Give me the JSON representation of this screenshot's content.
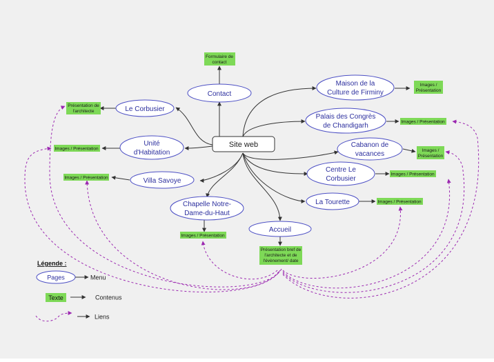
{
  "center": {
    "label": "Site web"
  },
  "pages": {
    "contact": "Contact",
    "le_corbusier": "Le Corbusier",
    "unite_1": "Unité",
    "unite_2": "d'Habitation",
    "villa_savoye": "Villa Savoye",
    "chapelle_1": "Chapelle Notre-",
    "chapelle_2": "Dame-du-Haut",
    "accueil": "Accueil",
    "maison_1": "Maison de la",
    "maison_2": "Culture de Firminy",
    "palais_1": "Palais des Congrès",
    "palais_2": "de Chandigarh",
    "cabanon_1": "Cabanon de",
    "cabanon_2": "vacances",
    "centre_1": "Centre Le",
    "centre_2": "Corbusier",
    "tourette": "La Tourette"
  },
  "content_labels": {
    "formulaire_1": "Formulaire de",
    "formulaire_2": "contact",
    "presentation_archi_1": "Présentation de",
    "presentation_archi_2": "l'architecte",
    "images_unite": "Images / Présentation",
    "images_villa": "Images / Présentation",
    "images_chapelle": "Images / Présentation",
    "accueil_1": "Présentation bref de",
    "accueil_2": "l'architecte et de",
    "accueil_3": "l'évènement/ date",
    "images_maison_1": "Images /",
    "images_maison_2": "Présentation",
    "images_palais": "Images / Présentation",
    "images_cabanon_1": "Images /",
    "images_cabanon_2": "Présentation",
    "images_centre": "Images / Présentation",
    "images_tourette": "Images / Présentation"
  },
  "legend": {
    "title": "Légende :",
    "pages_sample": "Pages",
    "pages_desc": "Menu",
    "text_sample": "Texte",
    "text_desc": "Contenus",
    "links_desc": "Liens"
  },
  "colors": {
    "board_bg": "#f0f0f0",
    "page_stroke": "#4b4ec4",
    "content_fill": "#7ed957",
    "link_stroke": "#9b27b0",
    "edge_stroke": "#333333"
  }
}
